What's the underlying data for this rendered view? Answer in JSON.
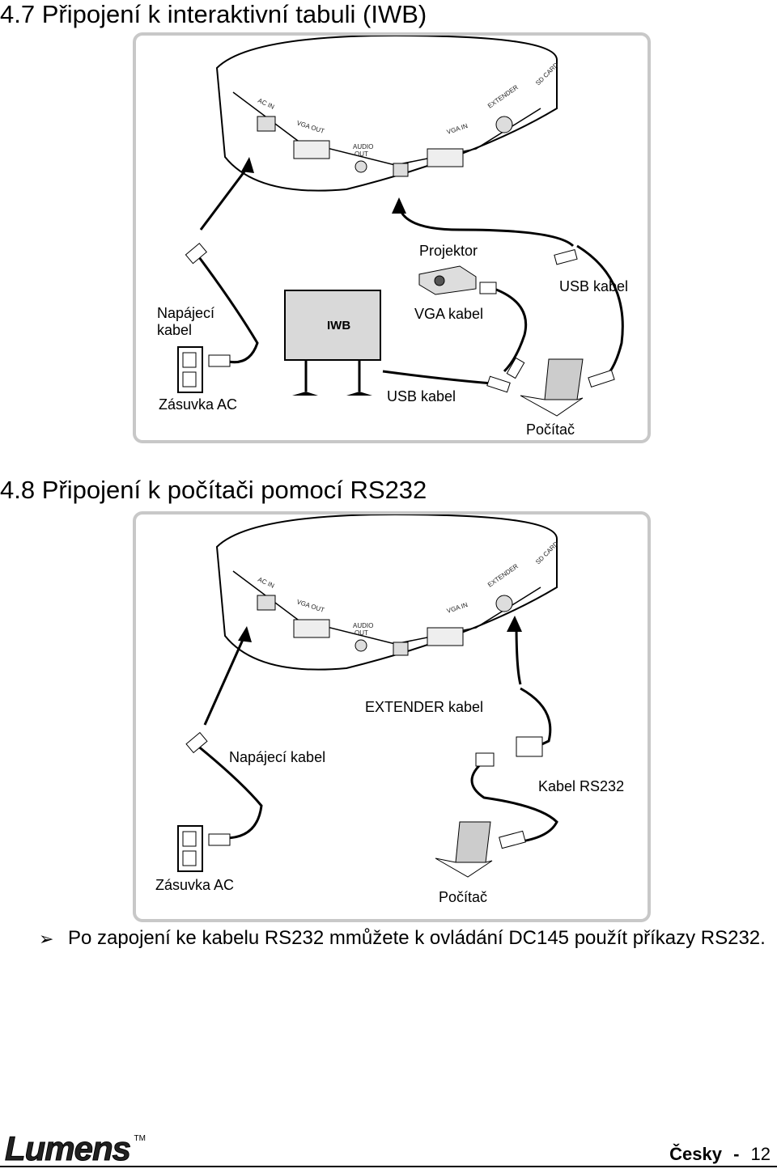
{
  "section_iwb": {
    "title": "4.7 Připojení k interaktivní tabuli (IWB)",
    "labels": {
      "projector": "Projektor",
      "usb_cable_top": "USB kabel",
      "power_cable": "Napájecí\nkabel",
      "iwb": "IWB",
      "vga_cable": "VGA kabel",
      "outlet": "Zásuvka AC",
      "usb_cable_bottom": "USB kabel",
      "computer": "Počítač"
    }
  },
  "section_rs232": {
    "title": "4.8 Připojení k počítači pomocí RS232",
    "labels": {
      "extender_cable": "EXTENDER kabel",
      "power_cable": "Napájecí kabel",
      "rs232_cable": "Kabel RS232",
      "outlet": "Zásuvka AC",
      "computer": "Počítač"
    }
  },
  "ports": {
    "ac_in": "AC IN",
    "vga_out": "VGA OUT",
    "audio": "AUDIO",
    "out": "OUT",
    "vga_in": "VGA IN",
    "extender": "EXTENDER",
    "sd_card": "SD CARD"
  },
  "note": {
    "text": "Po zapojení ke kabelu RS232 mmůžete k ovládání DC145 použít příkazy RS232."
  },
  "footer": {
    "brand": "Lumens",
    "tm": "TM",
    "language": "Česky",
    "dash": "-",
    "page": "12"
  },
  "colors": {
    "panel_border": "#c8c8c8",
    "text": "#000000"
  }
}
